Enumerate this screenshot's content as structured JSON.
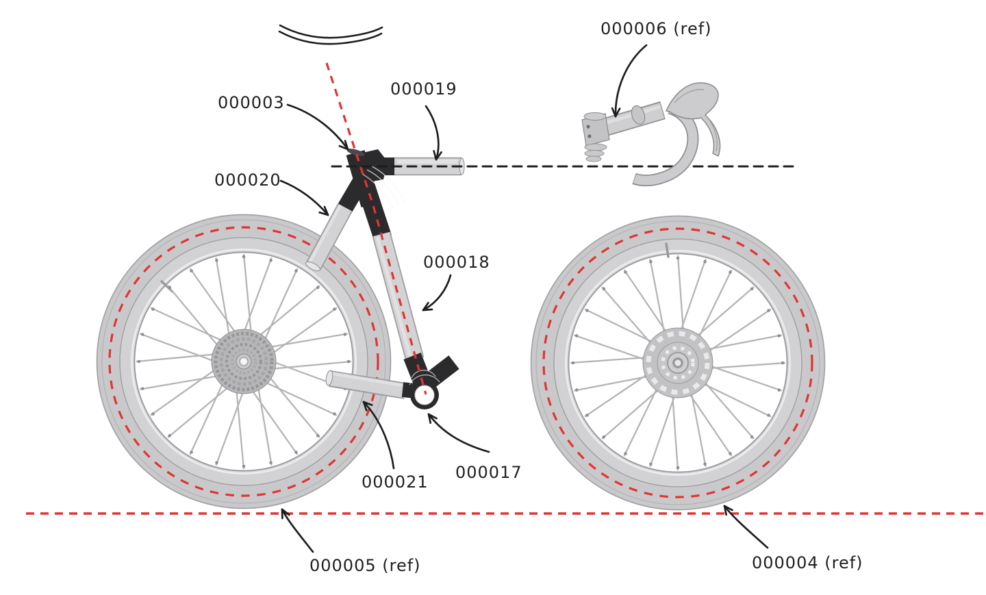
{
  "annotations": [
    {
      "label": "000003"
    },
    {
      "label": "000019"
    },
    {
      "label": "000020"
    },
    {
      "label": "000006 (ref)"
    },
    {
      "label": "000018"
    },
    {
      "label": "000017"
    },
    {
      "label": "000021"
    },
    {
      "label": "000005 (ref)"
    },
    {
      "label": "000004 (ref)"
    }
  ],
  "colors": {
    "reference_line_red": "#e03432",
    "reference_line_black": "#1d1d1f",
    "frame_dark": "#2b2b2e",
    "part_grey": "#d3d3d5",
    "tire_grey": "#c9c9cb"
  }
}
